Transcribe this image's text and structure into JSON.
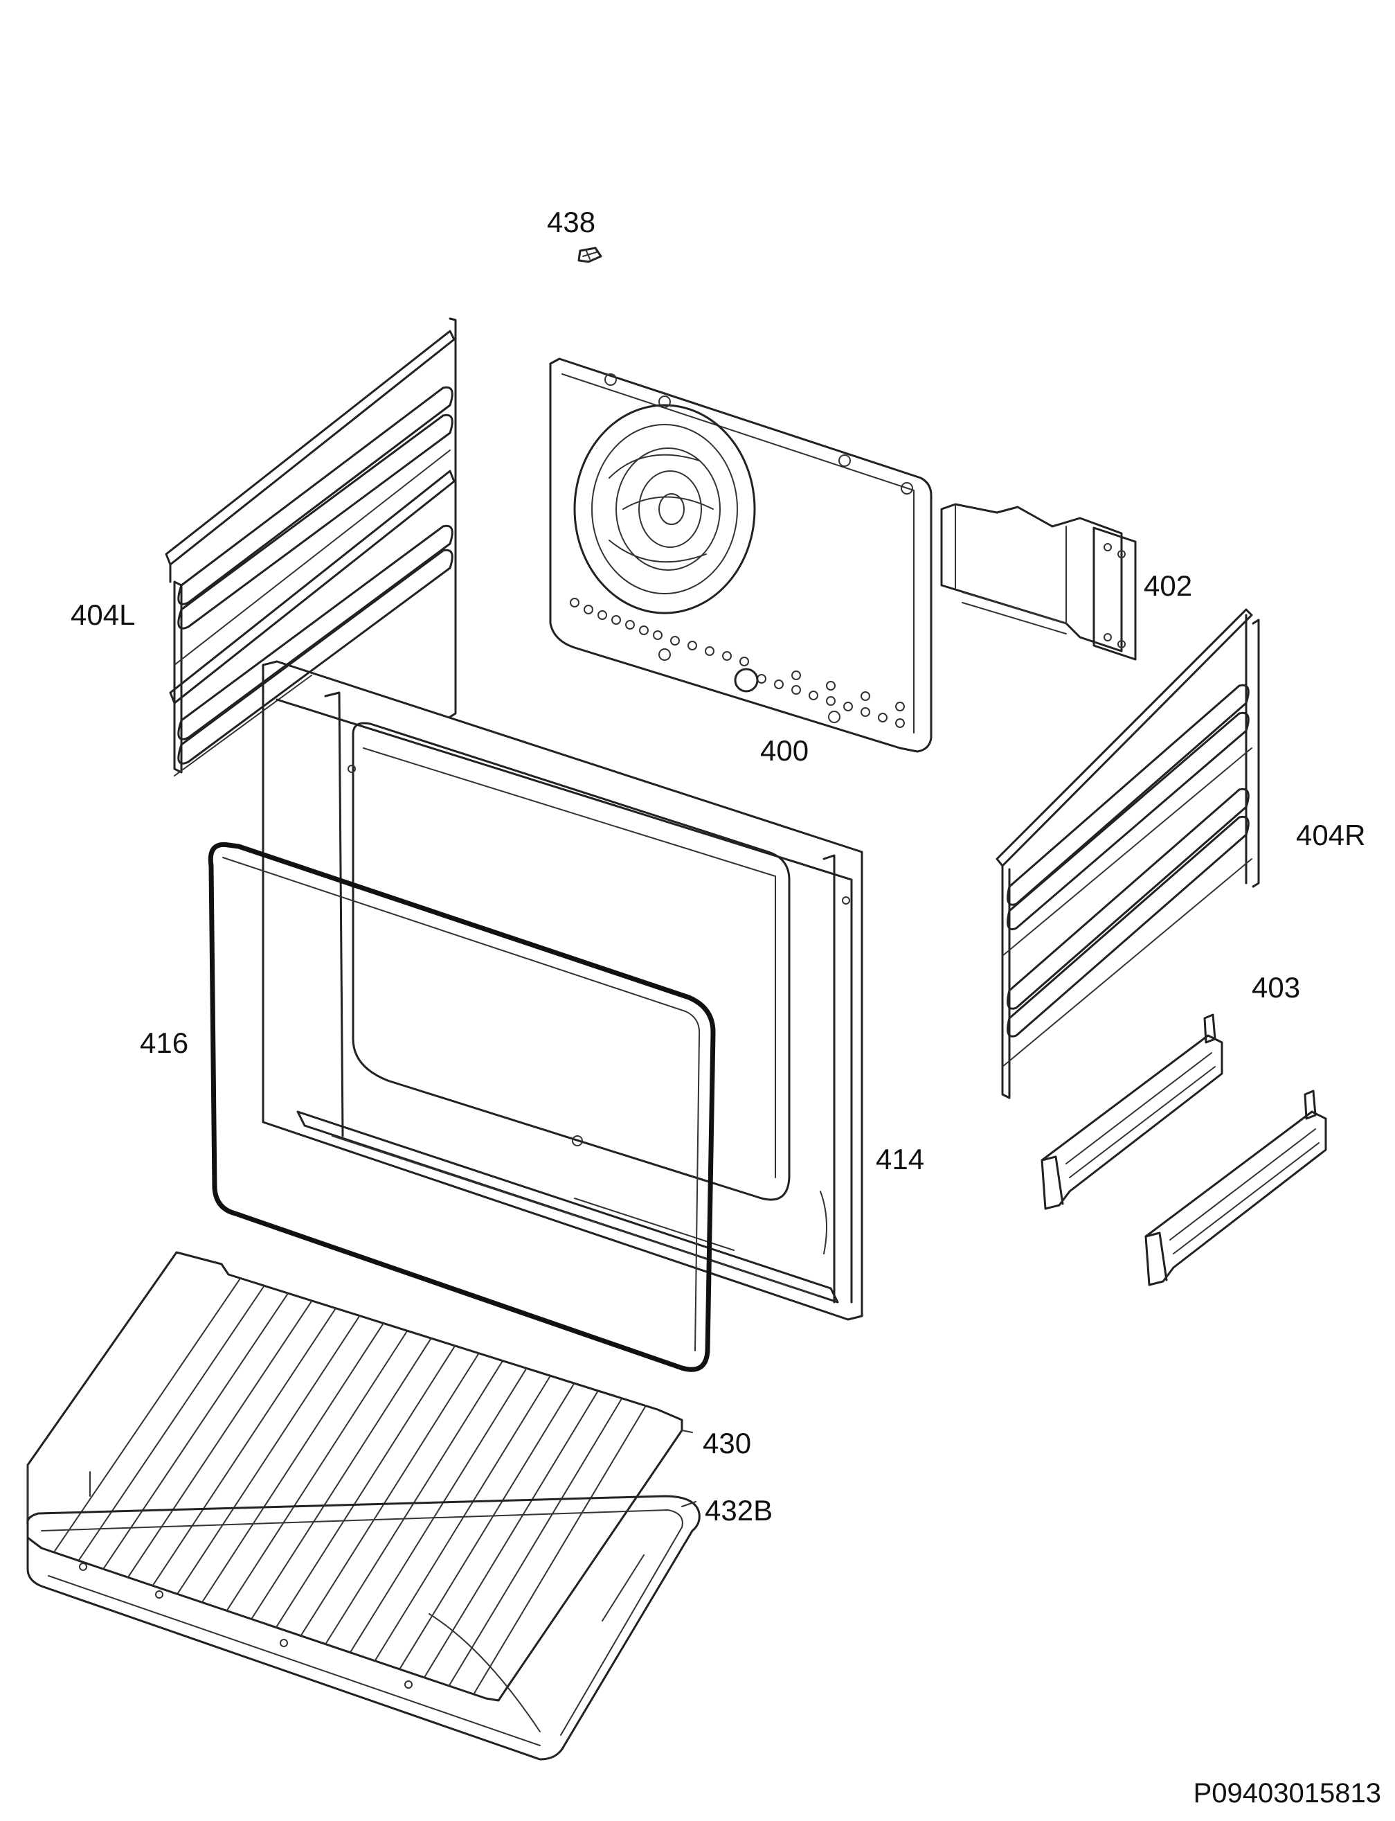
{
  "labels": {
    "p438": "438",
    "p404L": "404L",
    "p402": "402",
    "p400": "400",
    "p404R": "404R",
    "p403": "403",
    "p416": "416",
    "p414": "414",
    "p430": "430",
    "p432B": "432B"
  },
  "drawing_number": "P09403015813"
}
